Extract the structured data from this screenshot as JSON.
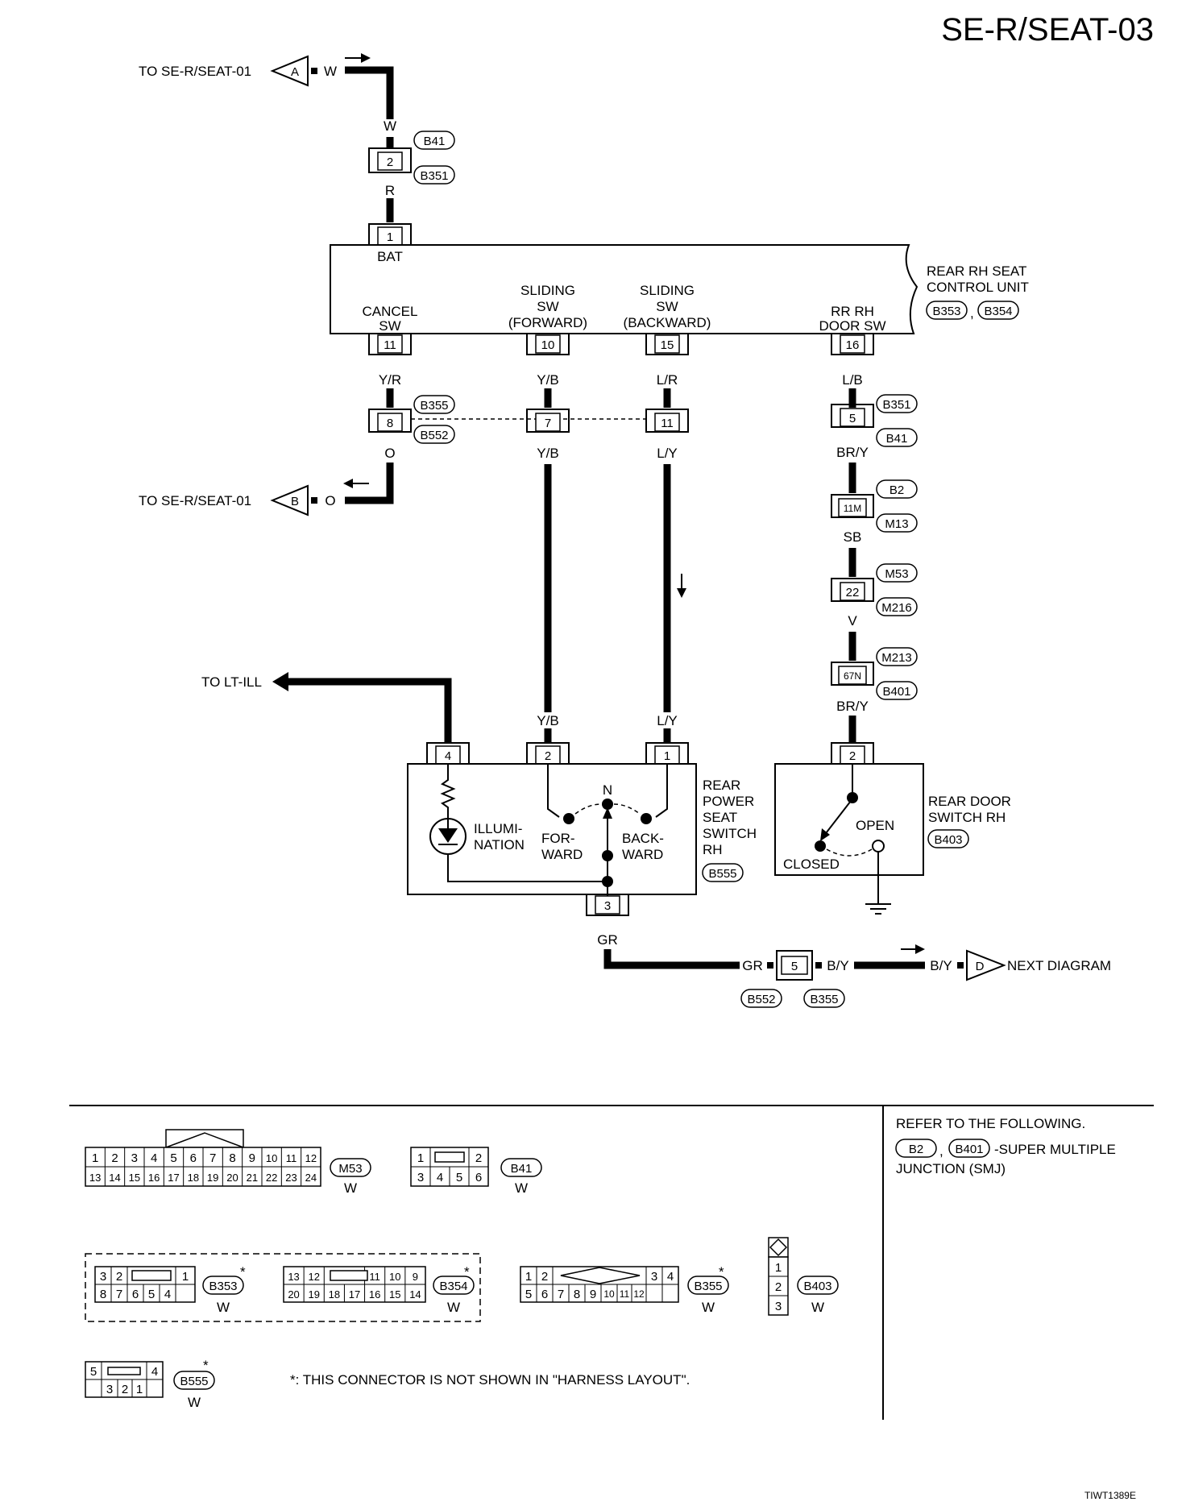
{
  "page": {
    "title": "SE-R/SEAT-03",
    "figure_code": "TIWT1389E"
  },
  "connections": {
    "to_seat01_a": "TO SE-R/SEAT-01",
    "to_seat01_b": "TO SE-R/SEAT-01",
    "to_lt_ill": "TO LT-ILL",
    "next_diagram": "NEXT DIAGRAM",
    "flag_a": "A",
    "flag_b": "B",
    "flag_d": "D"
  },
  "wires": {
    "w": "W",
    "r": "R",
    "o": "O",
    "yr": "Y/R",
    "yb": "Y/B",
    "lr": "L/R",
    "ly": "L/Y",
    "lb": "L/B",
    "bry": "BR/Y",
    "sb": "SB",
    "v": "V",
    "gr": "GR",
    "by": "B/Y"
  },
  "pins": {
    "p1": "1",
    "p2": "2",
    "p3": "3",
    "p4": "4",
    "p5": "5",
    "p7": "7",
    "p8": "8",
    "p10": "10",
    "p11": "11",
    "p15": "15",
    "p16": "16",
    "p22": "22",
    "p11m": "11M",
    "p67n": "67N"
  },
  "connectors": {
    "b41": "B41",
    "b351": "B351",
    "b355": "B355",
    "b552": "B552",
    "b2": "B2",
    "m13": "M13",
    "m53": "M53",
    "m216": "M216",
    "m213": "M213",
    "b401": "B401",
    "b353": "B353",
    "b354": "B354",
    "b403": "B403",
    "b555": "B555"
  },
  "control_unit": {
    "name_1": "REAR RH SEAT",
    "name_2": "CONTROL UNIT",
    "bat": "BAT",
    "cancel_1": "CANCEL",
    "cancel_2": "SW",
    "slidef_1": "SLIDING",
    "slidef_2": "SW",
    "slidef_3": "(FORWARD)",
    "slideb_1": "SLIDING",
    "slideb_2": "SW",
    "slideb_3": "(BACKWARD)",
    "door_1": "RR RH",
    "door_2": "DOOR SW"
  },
  "seat_switch": {
    "name_1": "REAR",
    "name_2": "POWER",
    "name_3": "SEAT",
    "name_4": "SWITCH",
    "name_5": "RH",
    "illum_1": "ILLUMI-",
    "illum_2": "NATION",
    "fwd_1": "FOR-",
    "fwd_2": "WARD",
    "bwd_1": "BACK-",
    "bwd_2": "WARD",
    "n": "N"
  },
  "door_switch": {
    "name_1": "REAR DOOR",
    "name_2": "SWITCH RH",
    "open": "OPEN",
    "closed": "CLOSED"
  },
  "legend": {
    "color_w": "W",
    "refer_1": "REFER TO THE FOLLOWING.",
    "refer_2": "-SUPER MULTIPLE",
    "refer_3": "JUNCTION (SMJ)",
    "star": "*",
    "note": "*: THIS CONNECTOR IS NOT SHOWN IN \"HARNESS LAYOUT\".",
    "sep": ","
  }
}
